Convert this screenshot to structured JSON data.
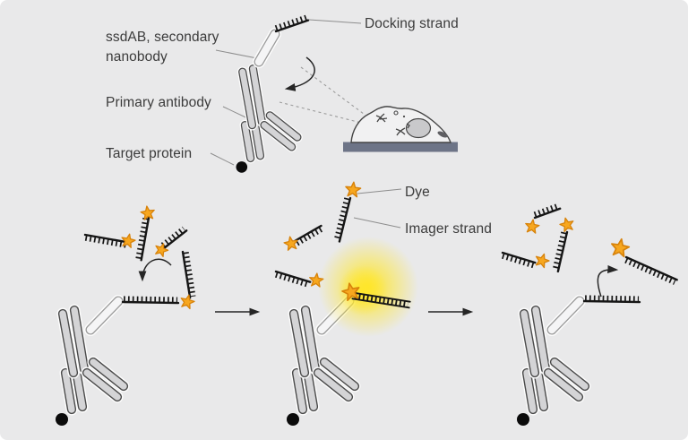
{
  "figure": {
    "labels": {
      "ssdab": "ssdAB, secondary\nnanobody",
      "docking_strand": "Docking strand",
      "primary_antibody": "Primary antibody",
      "target_protein": "Target protein",
      "dye": "Dye",
      "imager_strand": "Imager strand"
    },
    "colors": {
      "background": "#e9e9ea",
      "text": "#3b3b3b",
      "antibody_fill": "#d4d4d6",
      "antibody_stroke": "#4a4a4a",
      "nanobody_fill": "#f5f5f6",
      "nanobody_stroke": "#9b9b9b",
      "strand": "#151515",
      "star_fill": "#f7a71f",
      "star_stroke": "#d7820a",
      "glow": "#ffe628",
      "coverslip": "#6d7487",
      "cell_fill": "#f1f1f2",
      "nucleus_fill": "#c9c9cb",
      "leader": "#8d8d8d",
      "arrow": "#262626"
    }
  }
}
